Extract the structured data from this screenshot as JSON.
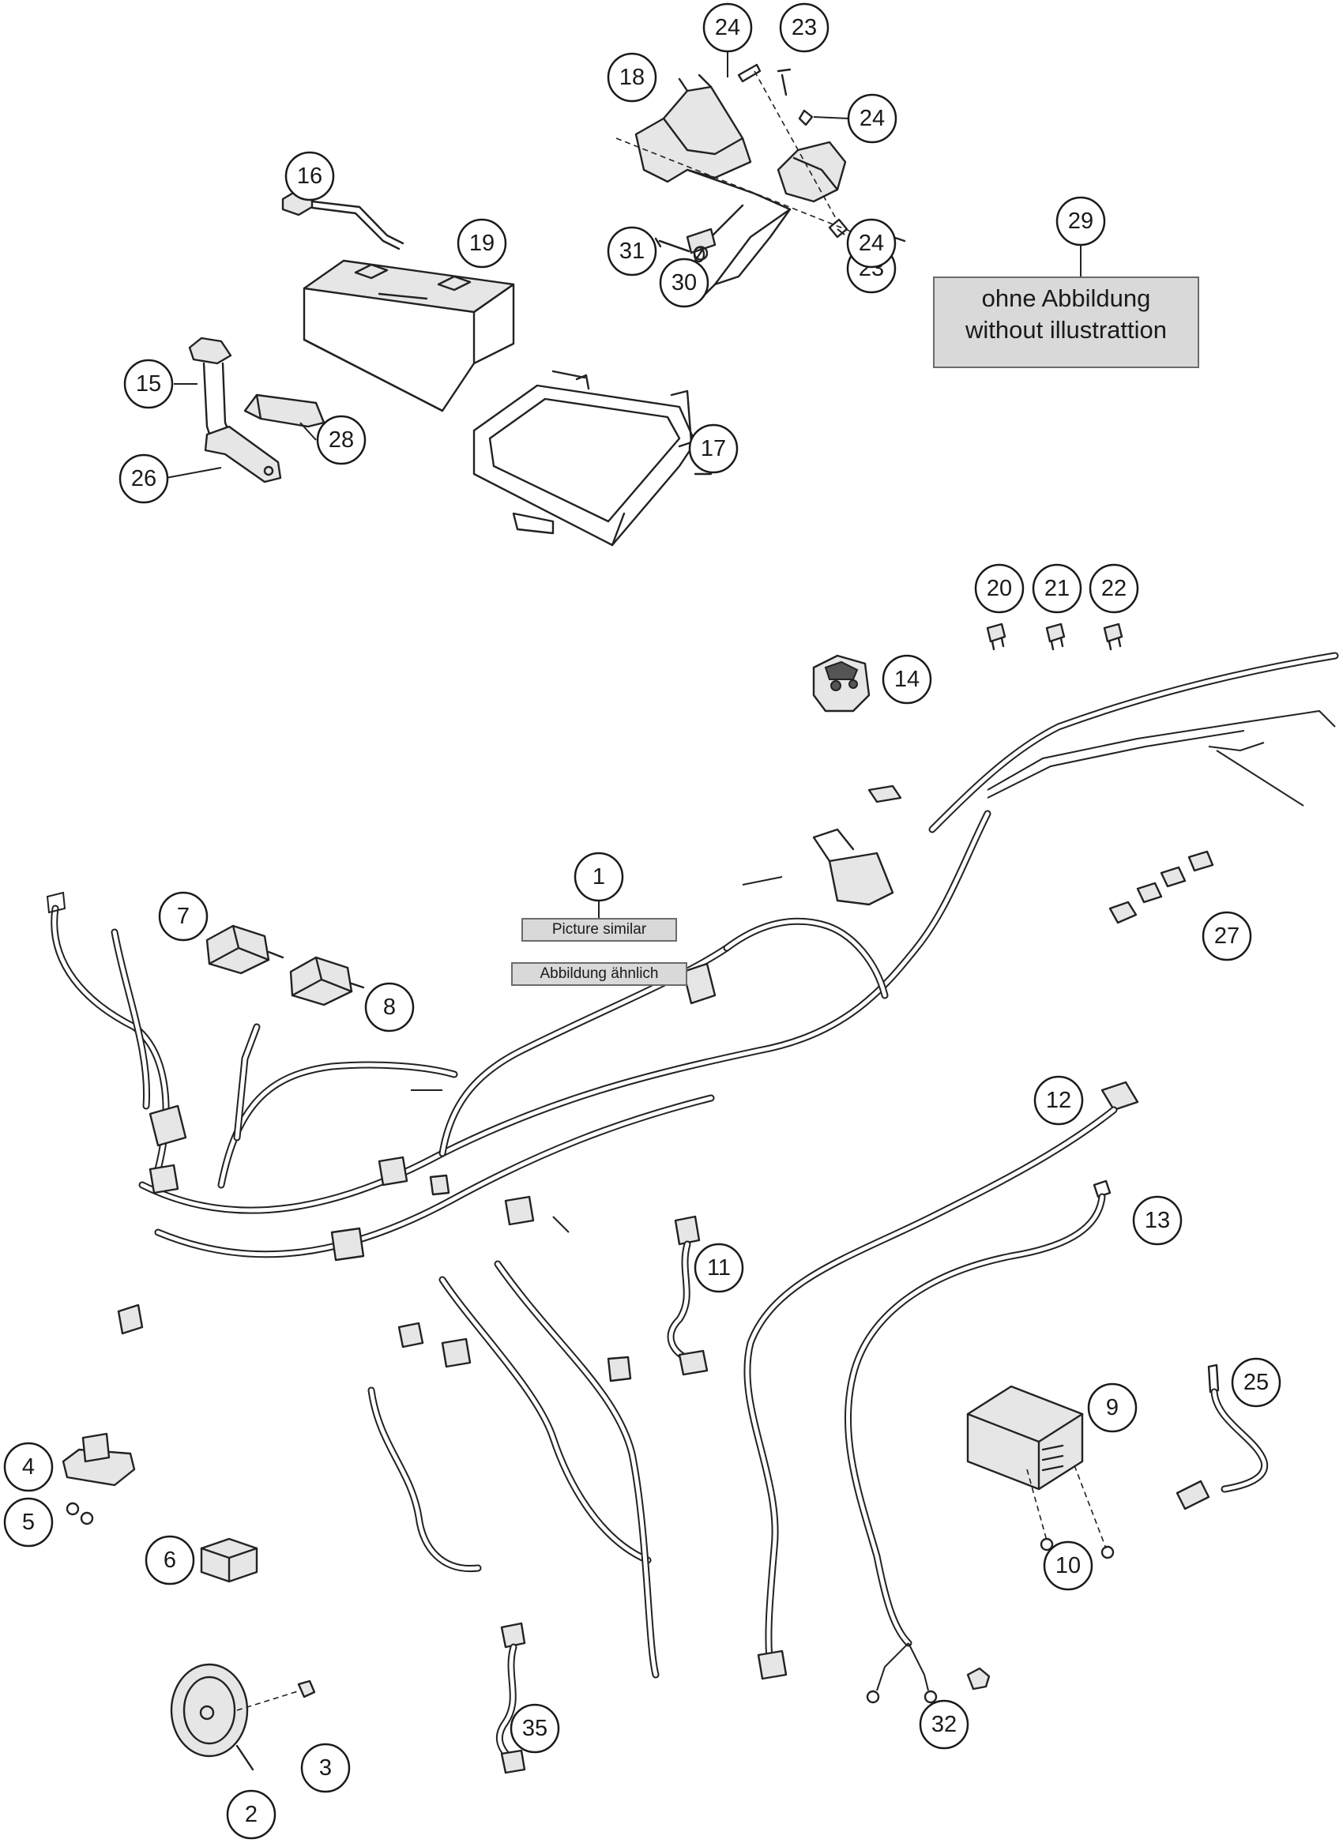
{
  "notes": {
    "similar_en": "Picture similar",
    "similar_de": "Abbildung ähnlich",
    "no_illustration_de": "ohne Abbildung",
    "no_illustration_en": "without illustrattion"
  },
  "callouts": [
    {
      "id": "c1",
      "label": "1"
    },
    {
      "id": "c2",
      "label": "2"
    },
    {
      "id": "c3",
      "label": "3"
    },
    {
      "id": "c4",
      "label": "4"
    },
    {
      "id": "c5",
      "label": "5"
    },
    {
      "id": "c6",
      "label": "6"
    },
    {
      "id": "c7",
      "label": "7"
    },
    {
      "id": "c8",
      "label": "8"
    },
    {
      "id": "c9",
      "label": "9"
    },
    {
      "id": "c10",
      "label": "10"
    },
    {
      "id": "c11",
      "label": "11"
    },
    {
      "id": "c12",
      "label": "12"
    },
    {
      "id": "c13",
      "label": "13"
    },
    {
      "id": "c14",
      "label": "14"
    },
    {
      "id": "c15",
      "label": "15"
    },
    {
      "id": "c16",
      "label": "16"
    },
    {
      "id": "c17",
      "label": "17"
    },
    {
      "id": "c18",
      "label": "18"
    },
    {
      "id": "c19",
      "label": "19"
    },
    {
      "id": "c20",
      "label": "20"
    },
    {
      "id": "c21",
      "label": "21"
    },
    {
      "id": "c22",
      "label": "22"
    },
    {
      "id": "c23a",
      "label": "23"
    },
    {
      "id": "c23b",
      "label": "23"
    },
    {
      "id": "c24a",
      "label": "24"
    },
    {
      "id": "c24b",
      "label": "24"
    },
    {
      "id": "c24c",
      "label": "24"
    },
    {
      "id": "c25",
      "label": "25"
    },
    {
      "id": "c26",
      "label": "26"
    },
    {
      "id": "c27",
      "label": "27"
    },
    {
      "id": "c28",
      "label": "28"
    },
    {
      "id": "c29",
      "label": "29"
    },
    {
      "id": "c30",
      "label": "30"
    },
    {
      "id": "c31",
      "label": "31"
    },
    {
      "id": "c32",
      "label": "32"
    },
    {
      "id": "c35",
      "label": "35"
    }
  ]
}
